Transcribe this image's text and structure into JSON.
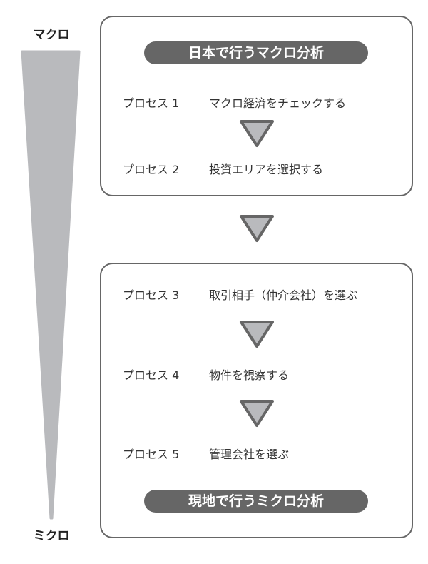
{
  "scale": {
    "top_label": "マクロ",
    "bottom_label": "ミクロ"
  },
  "macro": {
    "title": "日本で行うマクロ分析",
    "steps": [
      {
        "label": "プロセス 1",
        "text": "マクロ経済をチェックする"
      },
      {
        "label": "プロセス 2",
        "text": "投資エリアを選択する"
      }
    ]
  },
  "micro": {
    "title": "現地で行うミクロ分析",
    "steps": [
      {
        "label": "プロセス 3",
        "text": "取引相手（仲介会社）を選ぶ"
      },
      {
        "label": "プロセス 4",
        "text": "物件を視察する"
      },
      {
        "label": "プロセス 5",
        "text": "管理会社を選ぶ"
      }
    ]
  },
  "colors": {
    "pill": "#666666",
    "arrow_fill": "#b9babd",
    "arrow_stroke": "#666666",
    "wedge": "#b9babd"
  }
}
